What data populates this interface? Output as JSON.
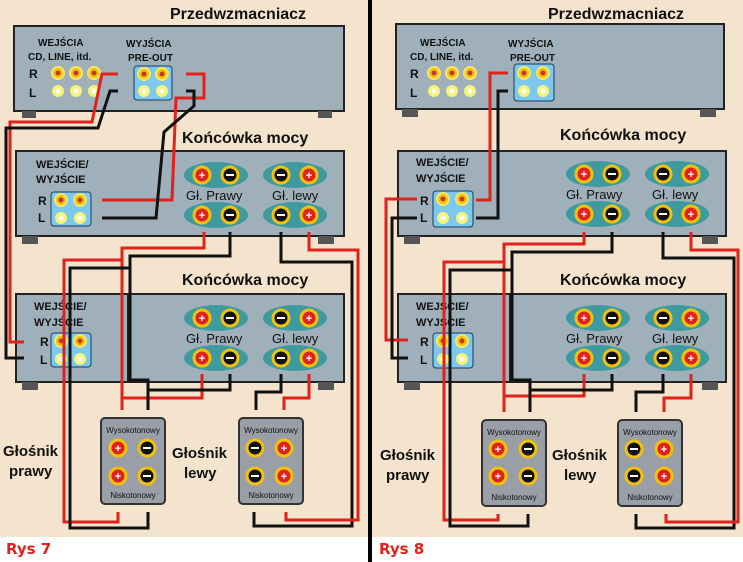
{
  "figures": [
    {
      "caption": "Rys 7",
      "preamp": {
        "title": "Przedwzmacniacz",
        "inputs_label_1": "WEJŚCIA",
        "inputs_label_2": "CD, LINE, itd.",
        "outputs_label_1": "WYJŚCIA",
        "outputs_label_2": "PRE-OUT",
        "r": "R",
        "l": "L"
      },
      "amp1": {
        "title": "Końcówka mocy",
        "io_label_1": "WEJŚCIE/",
        "io_label_2": "WYJŚCIE",
        "r": "R",
        "l": "L",
        "right_label": "Gł. Prawy",
        "left_label": "Gł. lewy"
      },
      "amp2": {
        "title": "Końcówka mocy",
        "io_label_1": "WEJŚCIE/",
        "io_label_2": "WYJŚCIE",
        "r": "R",
        "l": "L",
        "right_label": "Gł. Prawy",
        "left_label": "Gł. lewy"
      },
      "speaker_right": {
        "label_1": "Głośnik",
        "label_2": "prawy",
        "high": "Wysokotonowy",
        "low": "Niskotonowy"
      },
      "speaker_left": {
        "label_1": "Głośnik",
        "label_2": "lewy",
        "high": "Wysokotonowy",
        "low": "Niskotonowy"
      }
    },
    {
      "caption": "Rys 8",
      "preamp": {
        "title": "Przedwzmacniacz",
        "inputs_label_1": "WEJŚCIA",
        "inputs_label_2": "CD, LINE, itd.",
        "outputs_label_1": "WYJŚCIA",
        "outputs_label_2": "PRE-OUT",
        "r": "R",
        "l": "L"
      },
      "amp1": {
        "title": "Końcówka mocy",
        "io_label_1": "WEJŚCIE/",
        "io_label_2": "WYJŚCIE",
        "r": "R",
        "l": "L",
        "right_label": "Gł. Prawy",
        "left_label": "Gł. lewy"
      },
      "amp2": {
        "title": "Końcówka mocy",
        "io_label_1": "WEJŚCIE/",
        "io_label_2": "WYJŚCIE",
        "r": "R",
        "l": "L",
        "right_label": "Gł. Prawy",
        "left_label": "Gł. lewy"
      },
      "speaker_right": {
        "label_1": "Głośnik",
        "label_2": "prawy",
        "high": "Wysokotonowy",
        "low": "Niskotonowy"
      },
      "speaker_left": {
        "label_1": "Głośnik",
        "label_2": "lewy",
        "high": "Wysokotonowy",
        "low": "Niskotonowy"
      }
    }
  ],
  "colors": {
    "background": "#f5e4cd",
    "device": "#9fb0ba",
    "terminal_pad": "#3f9aa0",
    "jack_panel": "#7cc8ee",
    "cable_red": "#e0211c",
    "cable_black": "#111111",
    "caption": "#e0211c"
  }
}
